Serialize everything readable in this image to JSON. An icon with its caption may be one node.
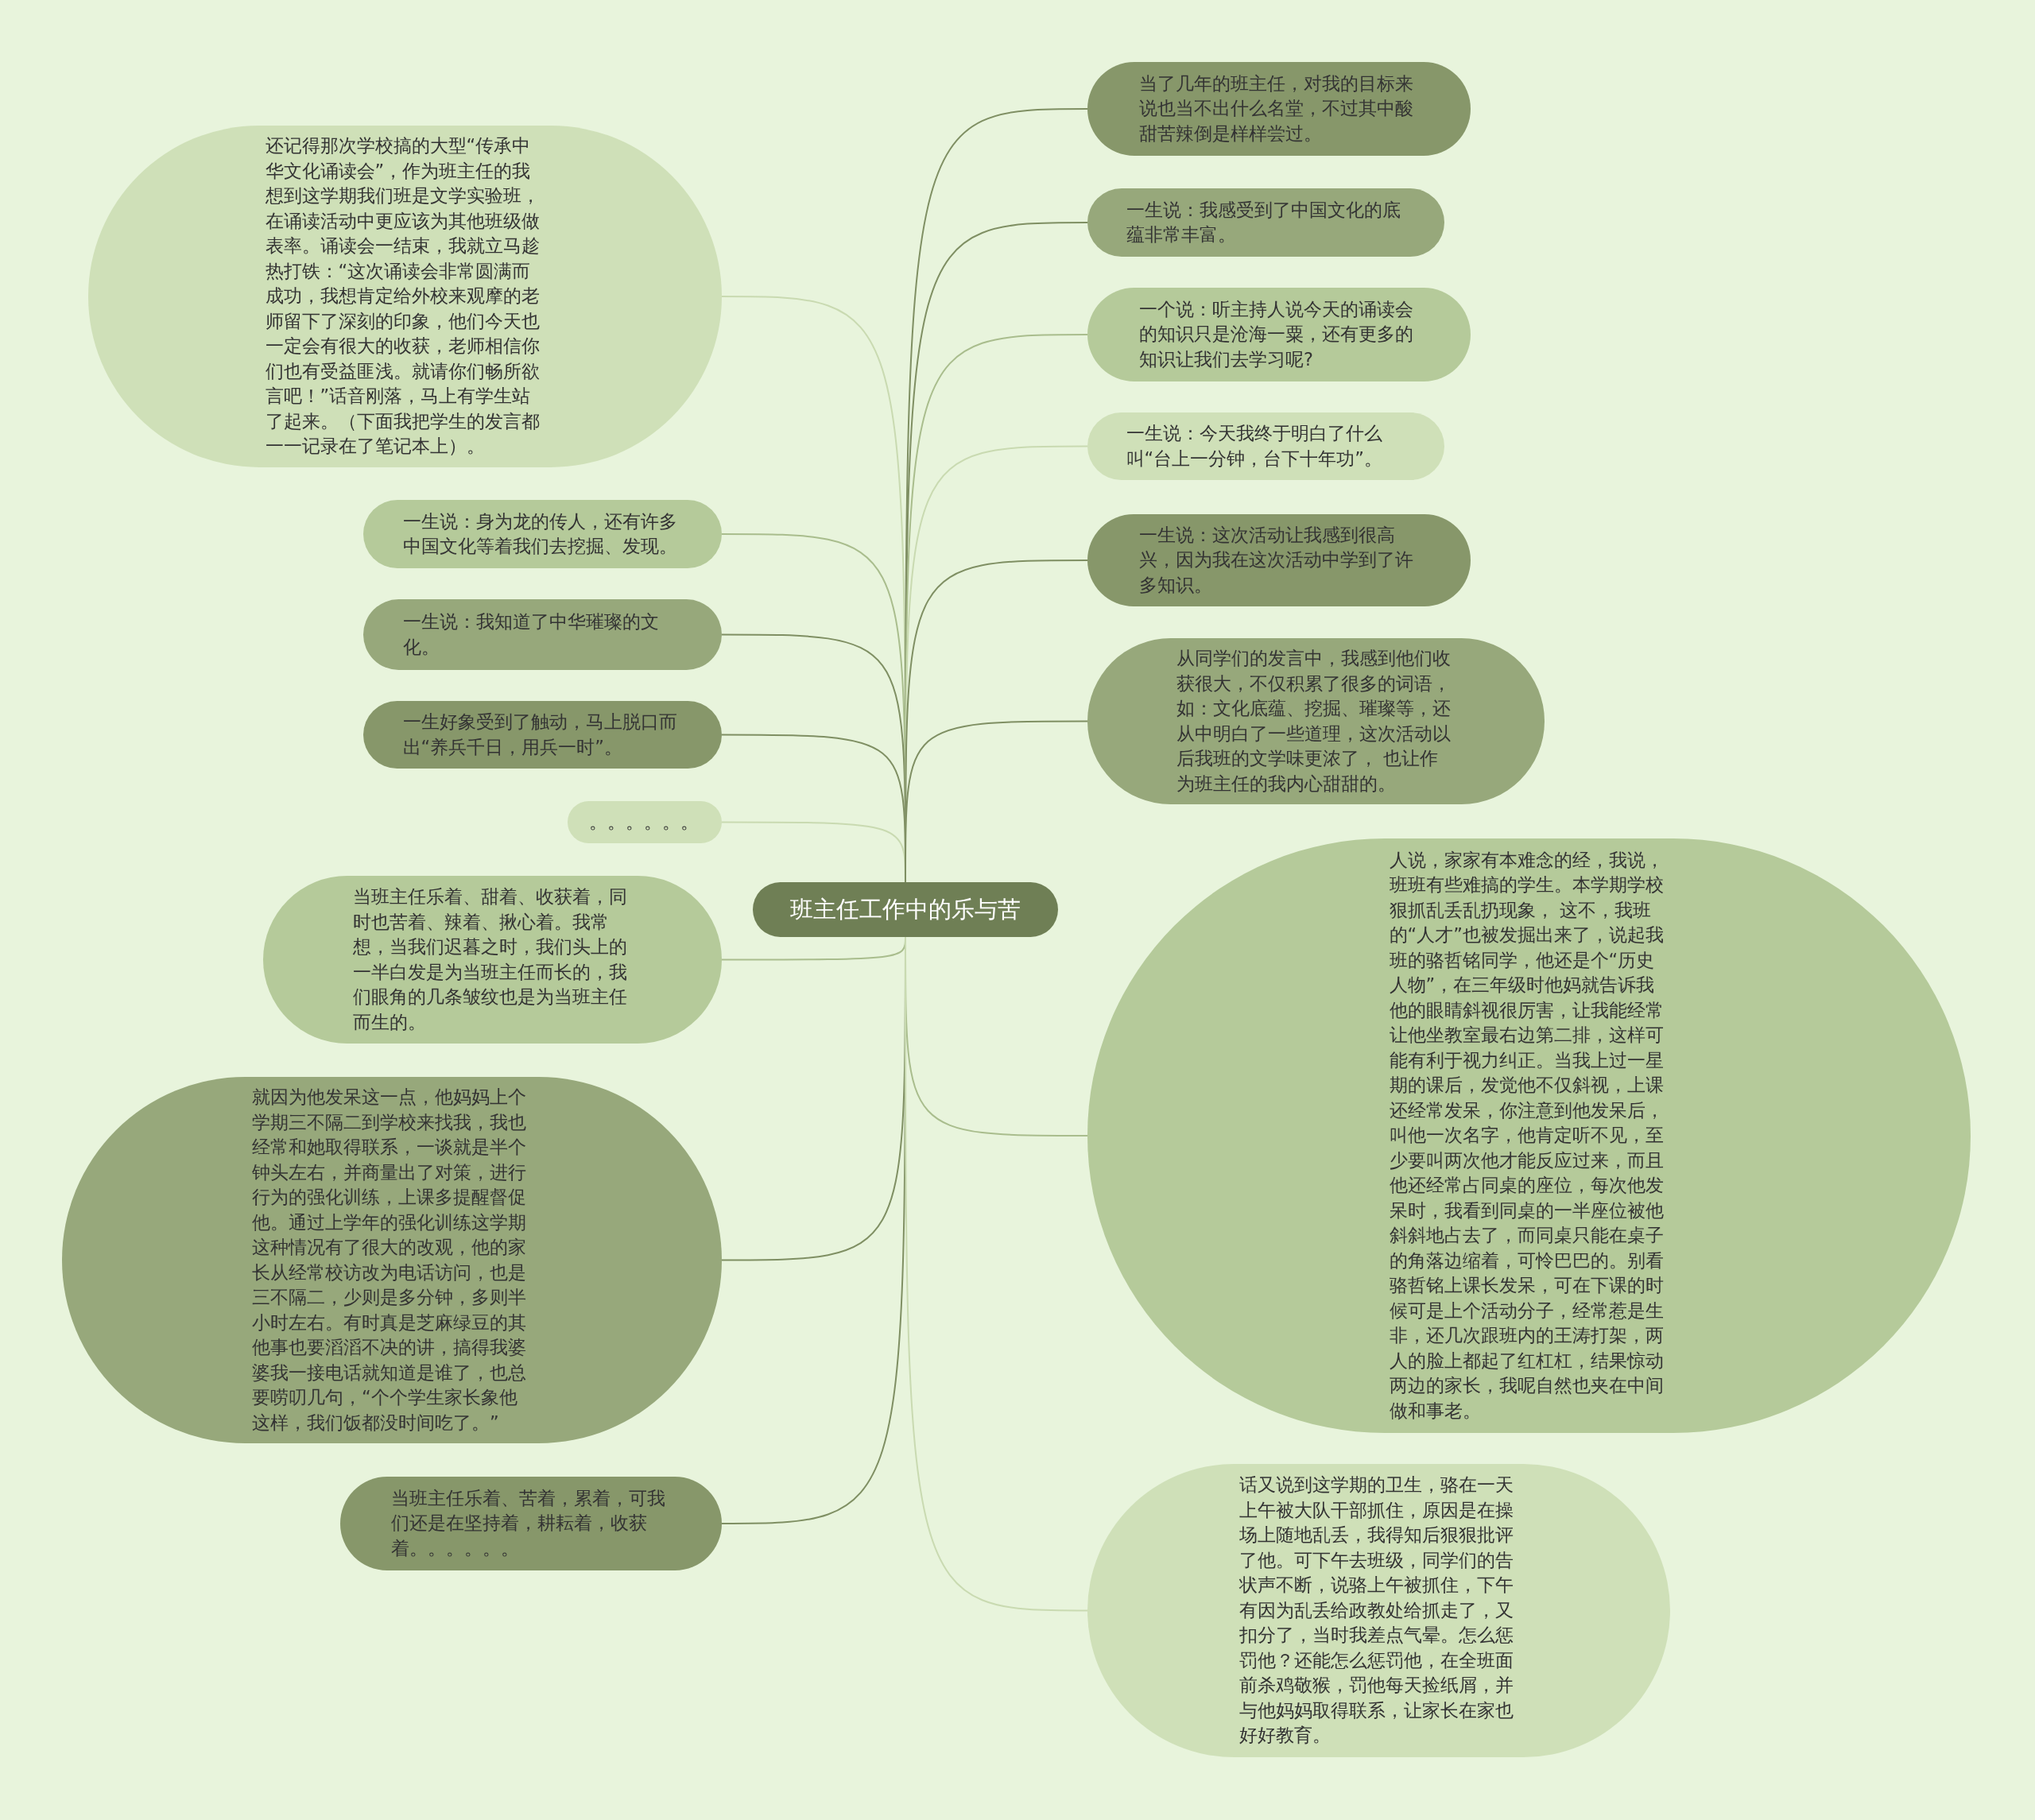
{
  "diagram": {
    "nodes": [
      {
        "text": [
          "班主任工作中的乐与苦"
        ]
      },
      {
        "text": [
          "还记得那次学校搞的大型“传承中华文化诵读会”，作为班主任的我想到这学期我们班是文学实验班，在诵读活动中更应该为其他班级做表率。诵读会一结束，我就立马趁热打铁：“这次诵读会非常圆满而成功，我想肯定给外校来观摩的老师留下了深刻的印象，他们今天也一定会有很大的收获，老师相信你们也有受益匪浅。就请你们畅所欲言吧！”话音刚落，马上有学生站了起来。（下面我把学生的发言都一一记录在了笔记本上）。"
        ]
      },
      {
        "text": [
          "一生说：身为龙的传人，还有许多中国文化等着我们去挖掘、发现。"
        ]
      },
      {
        "text": [
          "一生说：我知道了中华璀璨的文化。"
        ]
      },
      {
        "text": [
          "一生好象受到了触动，马上脱口而出“养兵千日，用兵一时”。"
        ]
      },
      {
        "text": [
          "。。。。。。"
        ]
      },
      {
        "text": [
          "当班主任乐着、甜着、收获着，同时也苦着、辣着、揪心着。我常想，当我们迟暮之时，我们头上的一半白发是为当班主任而长的，我们眼角的几条皱纹也是为当班主任而生的。"
        ]
      },
      {
        "text": [
          "就因为他发呆这一点，他妈妈上个学期三不隔二到学校来找我，我也经常和她取得联系，一谈就是半个钟头左右，并商量出了对策，进行行为的强化训练，上课多提醒督促他。通过上学年的强化训练这学期这种情况有了很大的改观，他的家长从经常校访改为电话访问，也是三不隔二，少则是多分钟，多则半小时左右。有时真是芝麻绿豆的其他事也要滔滔不决的讲，搞得我婆婆我一接电话就知道是谁了，也总要唠叨几句，“个个学生家长象他这样，我们饭都没时间吃了。”"
        ]
      },
      {
        "text": [
          "当班主任乐着、苦着，累着，可我们还是在坚持着，耕耘着，收获着。。。。。。"
        ]
      },
      {
        "text": [
          "当了几年的班主任，对我的目标来说也当不出什么名堂，不过其中酸甜苦辣倒是样样尝过。"
        ]
      },
      {
        "text": [
          "一生说：我感受到了中国文化的底蕴非常丰富。"
        ]
      },
      {
        "text": [
          "一个说：听主持人说今天的诵读会的知识只是沧海一粟，还有更多的知识让我们去学习呢?"
        ]
      },
      {
        "text": [
          "一生说：今天我终于明白了什么叫“台上一分钟，台下十年功”。"
        ]
      },
      {
        "text": [
          "一生说：这次活动让我感到很高兴，因为我在这次活动中学到了许多知识。"
        ]
      },
      {
        "text": [
          "从同学们的发言中，我感到他们收获很大，不仅积累了很多的词语，如：文化底蕴、挖掘、璀璨等，还从中明白了一些道理，这次活动以后我班的文学味更浓了， 也让作为班主任的我内心甜甜的。"
        ]
      },
      {
        "text": [
          "人说，家家有本难念的经，我说，班班有些难搞的学生。本学期学校狠抓乱丢乱扔现象， 这不，我班的“人才”也被发掘出来了，说起我班的骆哲铭同学，他还是个“历史人物”，在三年级时他妈就告诉我他的眼睛斜视很厉害，让我能经常让他坐教室最右边第二排，这样可能有利于视力纠正。当我上过一星期的课后，发觉他不仅斜视，上课还经常发呆，你注意到他发呆后，叫他一次名字，他肯定听不见，至少要叫两次他才能反应过来，而且他还经常占同桌的座位，每次他发呆时，我看到同桌的一半座位被他斜斜地占去了，而同桌只能在桌子的角落边缩着，可怜巴巴的。别看骆哲铭上课长发呆，可在下课的时候可是上个活动分子，经常惹是生非，还几次跟班内的王涛打架，两人的脸上都起了红杠杠，结果惊动两边的家长，我呢自然也夹在中间做和事老。"
        ]
      },
      {
        "text": [
          "话又说到这学期的卫生，骆在一天上午被大队干部抓住，原因是在操场上随地乱丢，我得知后狠狠批评了他。可下午去班级，同学们的告状声不断，说骆上午被抓住，下午有因为乱丢给政教处给抓走了，又扣分了，当时我差点气晕。怎么惩罚他？还能怎么惩罚他，在全班面前杀鸡敬猴，罚他每天捡纸屑，并与他妈妈取得联系，让家长在家也好好教育。"
        ]
      }
    ],
    "edges": [
      {
        "from": 0,
        "to": 1,
        "arrow": "none",
        "color": "#c9dab1"
      },
      {
        "from": 0,
        "to": 2,
        "arrow": "none",
        "color": "#a9bd8d"
      },
      {
        "from": 0,
        "to": 3,
        "arrow": "none"
      },
      {
        "from": 0,
        "to": 4,
        "arrow": "none"
      },
      {
        "from": 0,
        "to": 5,
        "arrow": "none",
        "color": "#c9dab1"
      },
      {
        "from": 0,
        "to": 6,
        "arrow": "none",
        "color": "#a9bd8d"
      },
      {
        "from": 0,
        "to": 7,
        "arrow": "none"
      },
      {
        "from": 0,
        "to": 8,
        "arrow": "none"
      },
      {
        "from": 0,
        "to": 9,
        "arrow": "none"
      },
      {
        "from": 0,
        "to": 10,
        "arrow": "none"
      },
      {
        "from": 0,
        "to": 11,
        "arrow": "none",
        "color": "#a9bd8d"
      },
      {
        "from": 0,
        "to": 12,
        "arrow": "none",
        "color": "#c9dab1"
      },
      {
        "from": 0,
        "to": 13,
        "arrow": "none"
      },
      {
        "from": 0,
        "to": 14,
        "arrow": "none"
      },
      {
        "from": 0,
        "to": 15,
        "arrow": "none",
        "color": "#a9bd8d"
      },
      {
        "from": 0,
        "to": 16,
        "arrow": "none",
        "color": "#c9dab1"
      }
    ]
  }
}
